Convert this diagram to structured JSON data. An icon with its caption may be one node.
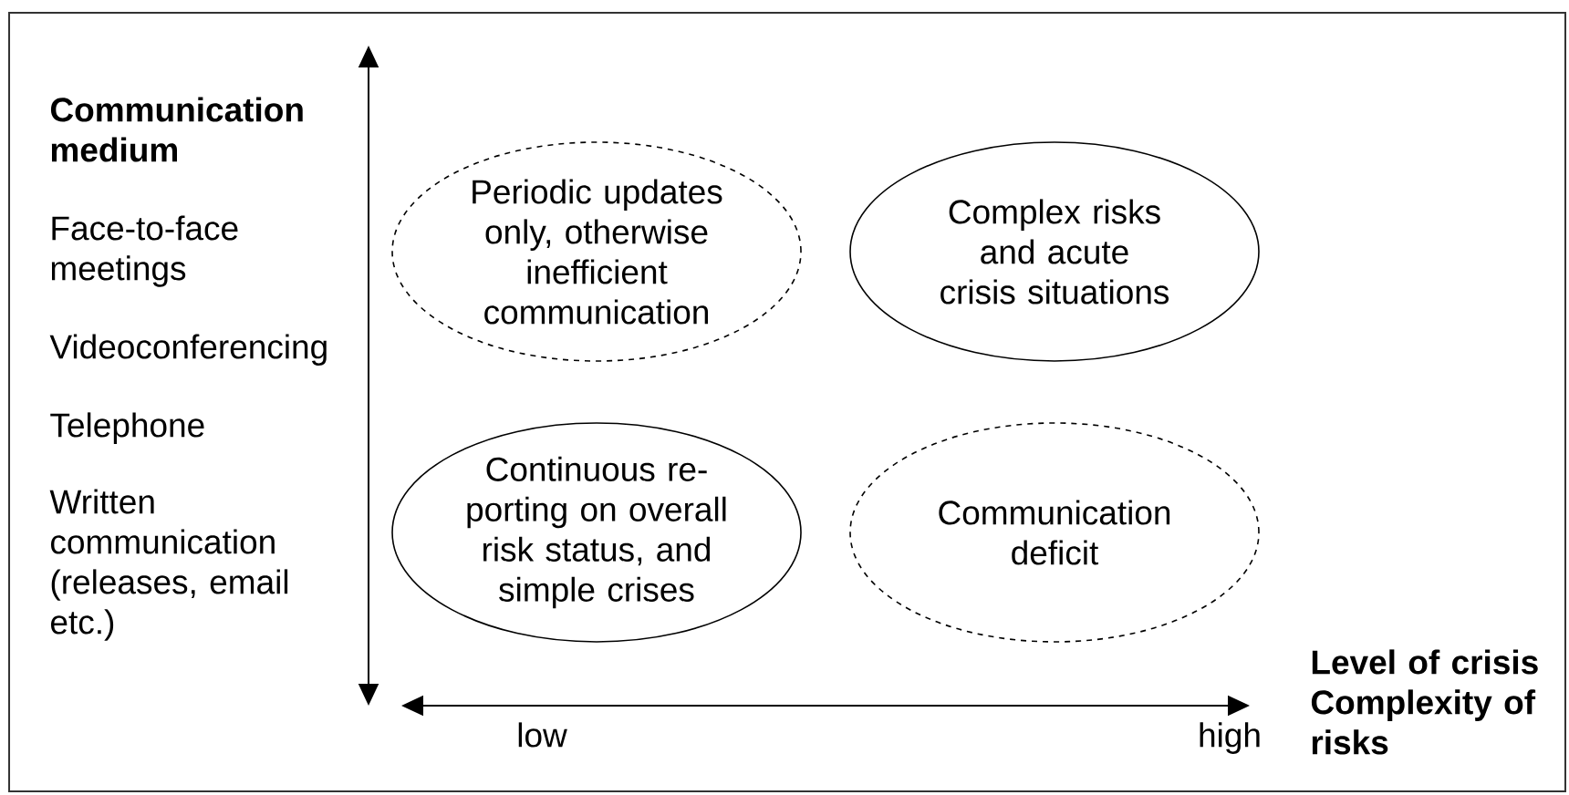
{
  "diagram": {
    "nodes": [
      {
        "text": [
          "Periodic updates only, otherwise inefficient communication"
        ]
      },
      {
        "text": [
          "Complex risks and acute crisis situations"
        ]
      },
      {
        "text": [
          "Continuous re-porting on overall risk status, and simple crises"
        ]
      },
      {
        "text": [
          "Communication deficit"
        ]
      }
    ],
    "edges": [],
    "labels": [
      "**Communication medium**",
      "Face-to-face meetings",
      "Videoconferencing",
      "Telephone",
      "Written communication (releases, email etc.)",
      "**Level of crisis**",
      "**Complexity of risks**",
      "low",
      "high"
    ]
  }
}
